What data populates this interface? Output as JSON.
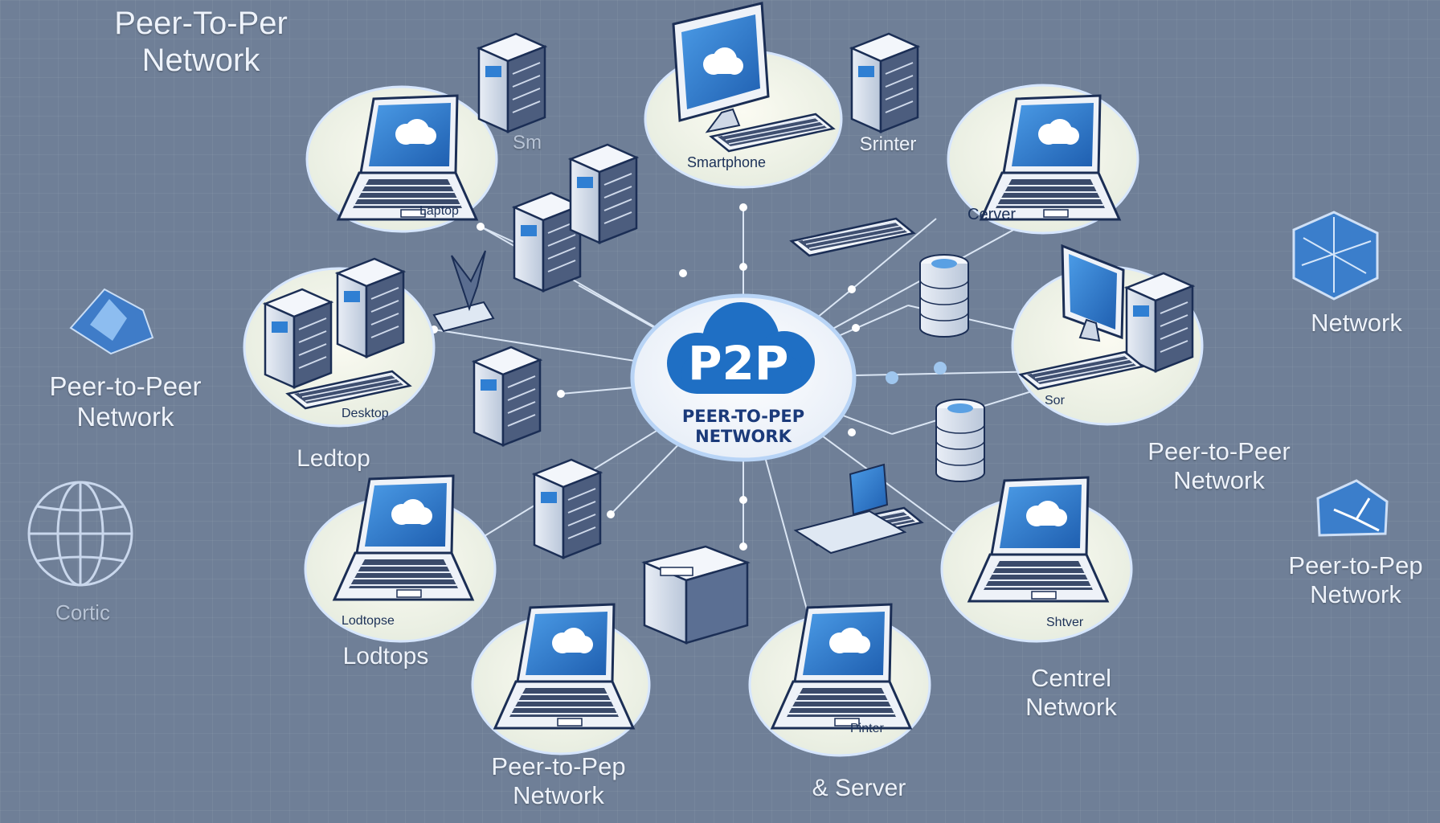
{
  "hub": {
    "title": "P2P",
    "subtitle_line1": "PEER-TO-PEP",
    "subtitle_line2": "NETWORK"
  },
  "labels": {
    "top_left_title": [
      "Peer-To-Per",
      "Network"
    ],
    "left_mid": [
      "Peer-to-Peer",
      "Network"
    ],
    "left_globe": "Cortic",
    "right_network": "Network",
    "right_p2p": [
      "Peer-to-Pep",
      "Network"
    ],
    "right_center_p2p": [
      "Peer-to-Peer",
      "Network"
    ],
    "central": [
      "Centrel",
      "Network"
    ],
    "ledtop": "Ledtop",
    "lodtops": "Lodtops",
    "bottom_p2p": [
      "Peer-to-Pep",
      "Network"
    ],
    "server": "& Server",
    "top_sm": "Sm",
    "sprinter": "Srinter",
    "smartphone": "Smartphone",
    "cerver": "Cerver",
    "small_laptop_tl": "Laptop",
    "small_desktop": "Desktop",
    "small_sor": "Sor",
    "small_lodtopse": "Lodtopse",
    "small_shtver": "Shtver",
    "small_pinter": "Pinter"
  },
  "colors": {
    "background": "#6f7f97",
    "platform": "#f6f7ea",
    "screen": "#2f7fd3",
    "hub_cloud": "#1f6fc4",
    "line": "#dbe6f4"
  },
  "icons": [
    "laptop-icon",
    "desktop-icon",
    "server-tower-icon",
    "printer-icon",
    "keyboard-icon",
    "cloud-icon",
    "globe-icon",
    "database-icon",
    "network-cube-icon"
  ]
}
